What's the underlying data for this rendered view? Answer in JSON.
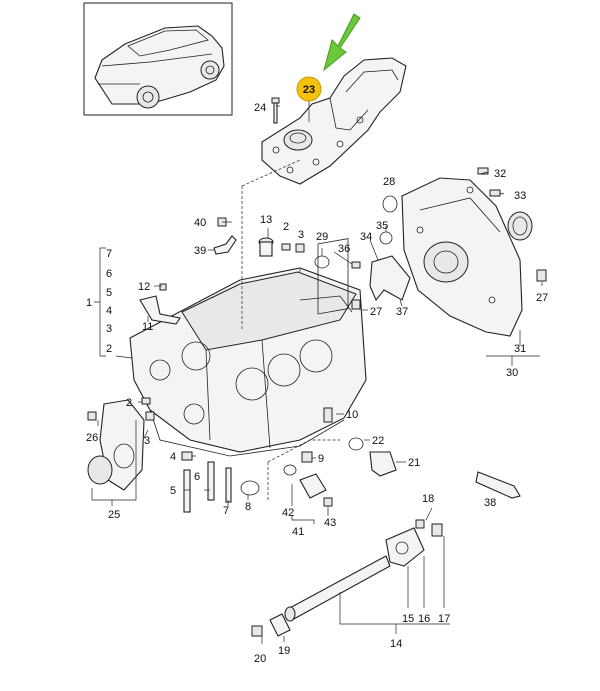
{
  "highlight": {
    "label": "23",
    "badge_color": "#f4c20d",
    "arrow_color": "#6ac83a"
  },
  "labels": {
    "p1": "1",
    "p2": "2",
    "p2b": "2",
    "p2c": "2",
    "p3": "3",
    "p3b": "3",
    "p3c": "3",
    "p4": "4",
    "p4b": "4",
    "p5": "5",
    "p5b": "5",
    "p6": "6",
    "p6b": "6",
    "p7": "7",
    "p7b": "7",
    "p8": "8",
    "p9": "9",
    "p10": "10",
    "p11": "11",
    "p12": "12",
    "p13": "13",
    "p14": "14",
    "p15": "15",
    "p16": "16",
    "p17": "17",
    "p18": "18",
    "p19": "19",
    "p20": "20",
    "p21": "21",
    "p22": "22",
    "p24": "24",
    "p25": "25",
    "p26": "26",
    "p27": "27",
    "p27b": "27",
    "p28": "28",
    "p29": "29",
    "p30": "30",
    "p31": "31",
    "p32": "32",
    "p33": "33",
    "p34": "34",
    "p35": "35",
    "p36": "36",
    "p37": "37",
    "p38": "38",
    "p39": "39",
    "p40": "40",
    "p41": "41",
    "p42": "42",
    "p43": "43"
  }
}
